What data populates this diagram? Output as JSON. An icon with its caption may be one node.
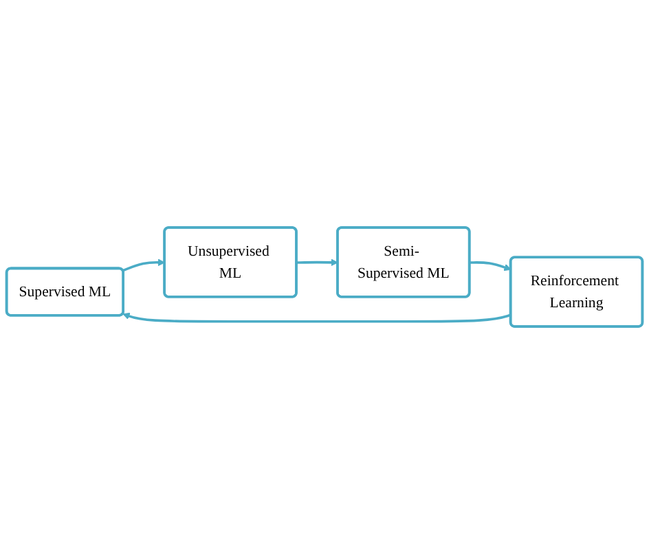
{
  "diagram": {
    "nodes": [
      {
        "text": [
          "Supervised ML"
        ]
      },
      {
        "text": [
          "Unsupervised ML"
        ]
      },
      {
        "text": [
          "Semi- Supervised ML"
        ]
      },
      {
        "text": [
          "Reinforcement Learning"
        ]
      }
    ],
    "edges": [
      {
        "from": 0,
        "to": 1,
        "arrow": "to"
      },
      {
        "from": 1,
        "to": 2,
        "arrow": "to"
      },
      {
        "from": 2,
        "to": 3,
        "arrow": "to"
      },
      {
        "from": 3,
        "to": 0,
        "arrow": "to"
      }
    ]
  }
}
